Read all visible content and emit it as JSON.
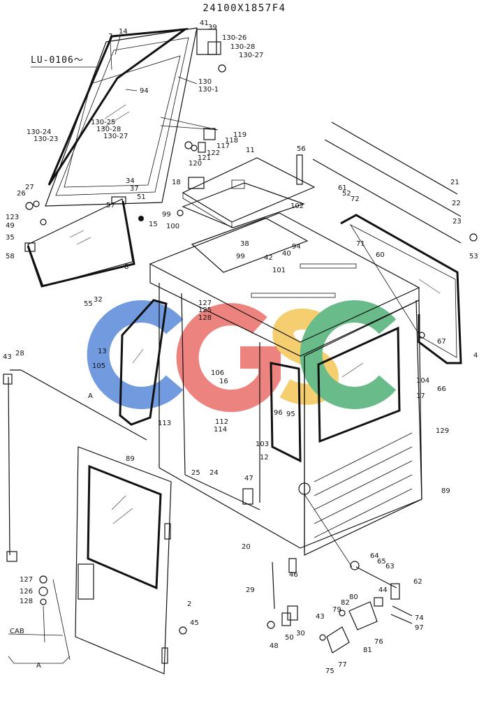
{
  "header": {
    "title": "24100X1857F4",
    "serial": "LU-0106～"
  },
  "watermark": {
    "letters": [
      "C",
      "G",
      "S",
      "C"
    ],
    "colors": [
      "#4a7fd6",
      "#e8615a",
      "#f3c247",
      "#3faa6a"
    ]
  },
  "callouts": [
    {
      "id": "c14",
      "text": "14"
    },
    {
      "id": "c7",
      "text": "7"
    },
    {
      "id": "c41",
      "text": "41"
    },
    {
      "id": "c39",
      "text": "39"
    },
    {
      "id": "c130-26",
      "text": "130-26"
    },
    {
      "id": "c130-28a",
      "text": "130-28"
    },
    {
      "id": "c130-27a",
      "text": "130-27"
    },
    {
      "id": "c94a",
      "text": "94"
    },
    {
      "id": "c130",
      "text": "130"
    },
    {
      "id": "c130-1",
      "text": "130-1"
    },
    {
      "id": "c130-25",
      "text": "130-25"
    },
    {
      "id": "c130-28b",
      "text": "130-28"
    },
    {
      "id": "c130-27b",
      "text": "130-27"
    },
    {
      "id": "c130-24",
      "text": "130-24"
    },
    {
      "id": "c130-23",
      "text": "130-23"
    },
    {
      "id": "c119",
      "text": "119"
    },
    {
      "id": "c118",
      "text": "118"
    },
    {
      "id": "c117",
      "text": "117"
    },
    {
      "id": "c122",
      "text": "122"
    },
    {
      "id": "c121",
      "text": "121"
    },
    {
      "id": "c120",
      "text": "120"
    },
    {
      "id": "c11",
      "text": "11"
    },
    {
      "id": "c56",
      "text": "56"
    },
    {
      "id": "c18",
      "text": "18"
    },
    {
      "id": "c99a",
      "text": "99"
    },
    {
      "id": "c100",
      "text": "100"
    },
    {
      "id": "c26",
      "text": "26"
    },
    {
      "id": "c27",
      "text": "27"
    },
    {
      "id": "c34",
      "text": "34"
    },
    {
      "id": "c37",
      "text": "37"
    },
    {
      "id": "c57",
      "text": "57"
    },
    {
      "id": "c51",
      "text": "51"
    },
    {
      "id": "c123",
      "text": "123"
    },
    {
      "id": "c49",
      "text": "49"
    },
    {
      "id": "c35",
      "text": "35"
    },
    {
      "id": "c15",
      "text": "15"
    },
    {
      "id": "c58",
      "text": "58"
    },
    {
      "id": "c8",
      "text": "8"
    },
    {
      "id": "c21",
      "text": "21"
    },
    {
      "id": "c22",
      "text": "22"
    },
    {
      "id": "c23",
      "text": "23"
    },
    {
      "id": "c53",
      "text": "53"
    },
    {
      "id": "c61",
      "text": "61"
    },
    {
      "id": "c52",
      "text": "52"
    },
    {
      "id": "c72",
      "text": "72"
    },
    {
      "id": "c102",
      "text": "102"
    },
    {
      "id": "c38",
      "text": "38"
    },
    {
      "id": "c94b",
      "text": "94"
    },
    {
      "id": "c40",
      "text": "40"
    },
    {
      "id": "c42",
      "text": "42"
    },
    {
      "id": "c99b",
      "text": "99"
    },
    {
      "id": "c71",
      "text": "71"
    },
    {
      "id": "c60",
      "text": "60"
    },
    {
      "id": "c101",
      "text": "101"
    },
    {
      "id": "c55",
      "text": "55"
    },
    {
      "id": "c32",
      "text": "32"
    },
    {
      "id": "c127a",
      "text": "127"
    },
    {
      "id": "c125",
      "text": "125"
    },
    {
      "id": "c128a",
      "text": "128"
    },
    {
      "id": "c13",
      "text": "13"
    },
    {
      "id": "c105",
      "text": "105"
    },
    {
      "id": "c106",
      "text": "106"
    },
    {
      "id": "c16",
      "text": "16"
    },
    {
      "id": "c104",
      "text": "104"
    },
    {
      "id": "c17",
      "text": "17"
    },
    {
      "id": "c67",
      "text": "67"
    },
    {
      "id": "c4",
      "text": "4"
    },
    {
      "id": "c66",
      "text": "66"
    },
    {
      "id": "c43a",
      "text": "43"
    },
    {
      "id": "c28",
      "text": "28"
    },
    {
      "id": "cA1",
      "text": "A"
    },
    {
      "id": "c96",
      "text": "96"
    },
    {
      "id": "c95",
      "text": "95"
    },
    {
      "id": "c113",
      "text": "113"
    },
    {
      "id": "c112",
      "text": "112"
    },
    {
      "id": "c114",
      "text": "114"
    },
    {
      "id": "c103",
      "text": "103"
    },
    {
      "id": "c12",
      "text": "12"
    },
    {
      "id": "c129",
      "text": "129"
    },
    {
      "id": "c89a",
      "text": "89"
    },
    {
      "id": "c25",
      "text": "25"
    },
    {
      "id": "c24",
      "text": "24"
    },
    {
      "id": "c47",
      "text": "47"
    },
    {
      "id": "c89b",
      "text": "89"
    },
    {
      "id": "c20",
      "text": "20"
    },
    {
      "id": "c64",
      "text": "64"
    },
    {
      "id": "c65",
      "text": "65"
    },
    {
      "id": "c63",
      "text": "63"
    },
    {
      "id": "c62",
      "text": "62"
    },
    {
      "id": "c46",
      "text": "46"
    },
    {
      "id": "c127b",
      "text": "127"
    },
    {
      "id": "c126",
      "text": "126"
    },
    {
      "id": "c128b",
      "text": "128"
    },
    {
      "id": "c29",
      "text": "29"
    },
    {
      "id": "c44",
      "text": "44"
    },
    {
      "id": "c80",
      "text": "80"
    },
    {
      "id": "c82",
      "text": "82"
    },
    {
      "id": "c79",
      "text": "79"
    },
    {
      "id": "c74",
      "text": "74"
    },
    {
      "id": "c97",
      "text": "97"
    },
    {
      "id": "c43b",
      "text": "43"
    },
    {
      "id": "c76",
      "text": "76"
    },
    {
      "id": "c81",
      "text": "81"
    },
    {
      "id": "c2",
      "text": "2"
    },
    {
      "id": "c45",
      "text": "45"
    },
    {
      "id": "c50",
      "text": "50"
    },
    {
      "id": "c30",
      "text": "30"
    },
    {
      "id": "c48",
      "text": "48"
    },
    {
      "id": "c75",
      "text": "75"
    },
    {
      "id": "c77",
      "text": "77"
    },
    {
      "id": "cCAB",
      "text": "CAB"
    },
    {
      "id": "cA2",
      "text": "A"
    }
  ]
}
